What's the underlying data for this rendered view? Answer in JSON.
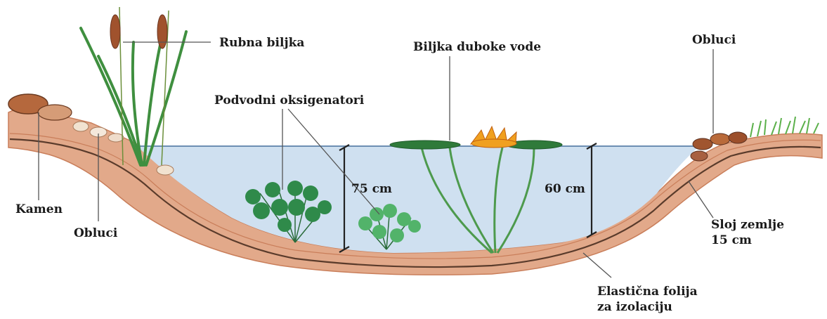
{
  "diagram": {
    "labels": {
      "marginal_plant": "Rubna biljka",
      "deep_water_plant": "Biljka duboke vode",
      "pebbles_right": "Obluci",
      "oxygenators": "Podvodni oksigenatori",
      "stone": "Kamen",
      "pebbles_left": "Obluci",
      "depth_left": "75 cm",
      "depth_right": "60 cm",
      "soil_line1": "Sloj zemlje",
      "soil_line2": "15 cm",
      "liner_line1": "Elastična folija",
      "liner_line2": "za izolaciju"
    },
    "colors": {
      "water": "#cfe0f0",
      "water_surface": "#6d8fb3",
      "soil": "#e2a98a",
      "soil_dark": "#c97e5a",
      "liner": "#5a3b2b",
      "plant_green": "#3f8f3f",
      "oxygenator_green": "#2f8a4a",
      "lily_flower": "#f0a020",
      "cattail": "#a0522d"
    }
  }
}
